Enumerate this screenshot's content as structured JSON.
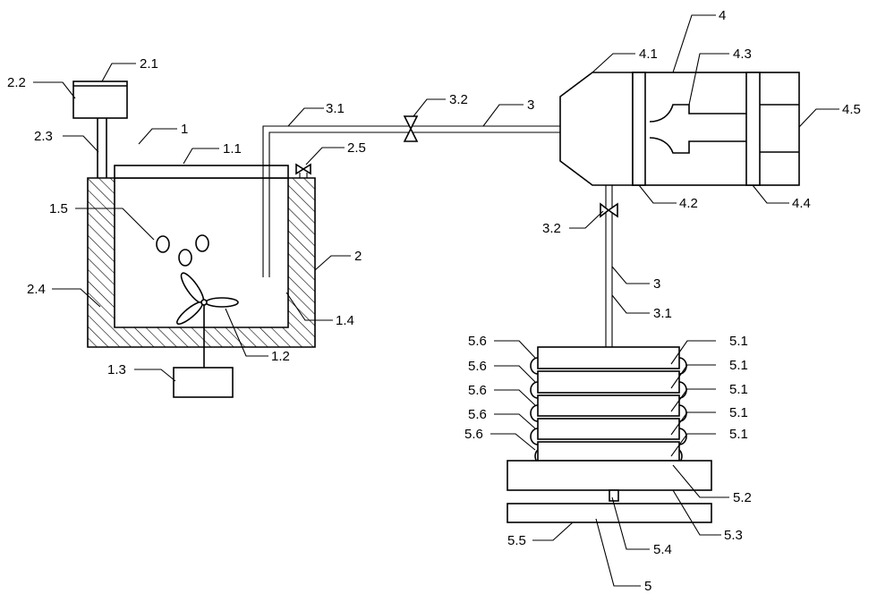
{
  "diagram": {
    "labels": {
      "l_1": "1",
      "l_1_1": "1.1",
      "l_1_2": "1.2",
      "l_1_3": "1.3",
      "l_1_4": "1.4",
      "l_1_5": "1.5",
      "l_2": "2",
      "l_2_1": "2.1",
      "l_2_2": "2.2",
      "l_2_3": "2.3",
      "l_2_4": "2.4",
      "l_2_5": "2.5",
      "l_3_top": "3",
      "l_3_right": "3",
      "l_3_1_top": "3.1",
      "l_3_1_right": "3.1",
      "l_3_2_top": "3.2",
      "l_3_2_right": "3.2",
      "l_4": "4",
      "l_4_1": "4.1",
      "l_4_2": "4.2",
      "l_4_3": "4.3",
      "l_4_4": "4.4",
      "l_4_5": "4.5",
      "l_5": "5",
      "l_5_1_a": "5.1",
      "l_5_1_b": "5.1",
      "l_5_1_c": "5.1",
      "l_5_1_d": "5.1",
      "l_5_1_e": "5.1",
      "l_5_2": "5.2",
      "l_5_3": "5.3",
      "l_5_4": "5.4",
      "l_5_5": "5.5",
      "l_5_6_a": "5.6",
      "l_5_6_b": "5.6",
      "l_5_6_c": "5.6",
      "l_5_6_d": "5.6",
      "l_5_6_e": "5.6"
    }
  }
}
